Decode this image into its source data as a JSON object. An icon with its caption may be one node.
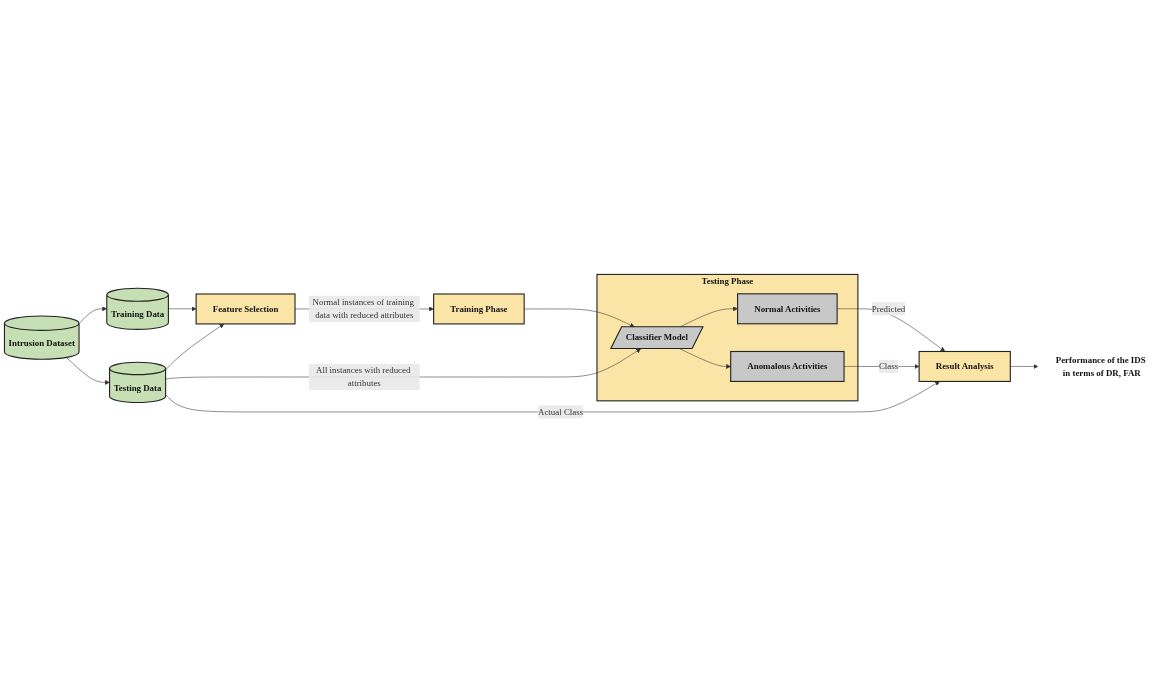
{
  "diagram": {
    "nodes": [
      {
        "text": [
          "Intrusion Dataset"
        ]
      },
      {
        "text": [
          "Training Data"
        ]
      },
      {
        "text": [
          "Feature Selection"
        ]
      },
      {
        "text": [
          "Training Phase"
        ]
      },
      {
        "text": [
          "Testing Data"
        ]
      },
      {
        "text": [
          "Testing Phase"
        ]
      },
      {
        "text": [
          "Classifier Model"
        ],
        "in": 5
      },
      {
        "text": [
          "Normal Activities"
        ],
        "in": 5
      },
      {
        "text": [
          "Anomalous Activities"
        ],
        "in": 5
      },
      {
        "text": [
          "Result Analysis"
        ]
      },
      {
        "text": [
          "Performance of the IDS in terms of DR, FAR"
        ]
      }
    ],
    "edges": [
      {
        "from": 0,
        "to": 1,
        "arrow": "to"
      },
      {
        "from": 0,
        "to": 4,
        "arrow": "to"
      },
      {
        "from": 1,
        "to": 2,
        "arrow": "to"
      },
      {
        "from": 4,
        "to": 2,
        "arrow": "to"
      },
      {
        "from": 2,
        "to": 3,
        "arrow": "to",
        "label": "Normal instances of training data with reduced attributes"
      },
      {
        "from": 3,
        "to": 6,
        "arrow": "to"
      },
      {
        "from": 4,
        "to": 6,
        "arrow": "to",
        "label": "All instances with reduced attributes"
      },
      {
        "from": 6,
        "to": 7,
        "arrow": "to"
      },
      {
        "from": 6,
        "to": 8,
        "arrow": "to"
      },
      {
        "from": 4,
        "to": 9,
        "arrow": "to",
        "label": "Actual Class"
      },
      {
        "from": 7,
        "to": 9,
        "arrow": "to",
        "label": "Predicted"
      },
      {
        "from": 8,
        "to": 9,
        "arrow": "to",
        "label": "Class"
      },
      {
        "from": 9,
        "to": 10,
        "arrow": "to"
      }
    ]
  }
}
